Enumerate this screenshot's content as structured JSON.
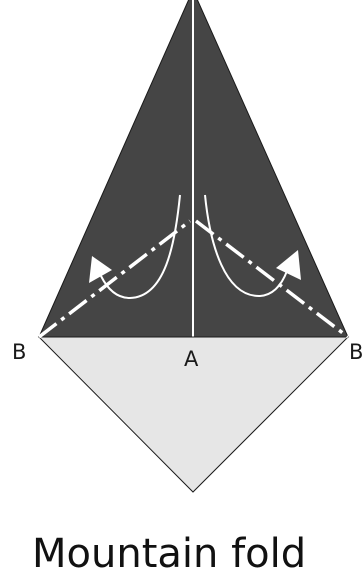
{
  "labels": {
    "left_point": "B",
    "center_point": "A",
    "right_point": "B"
  },
  "caption": "Mountain fold",
  "colors": {
    "upper_flap": "#454545",
    "lower_flap": "#e6e6e6",
    "outline": "#1a1a1a",
    "fold_line": "#ffffff",
    "arrow": "#ffffff"
  }
}
